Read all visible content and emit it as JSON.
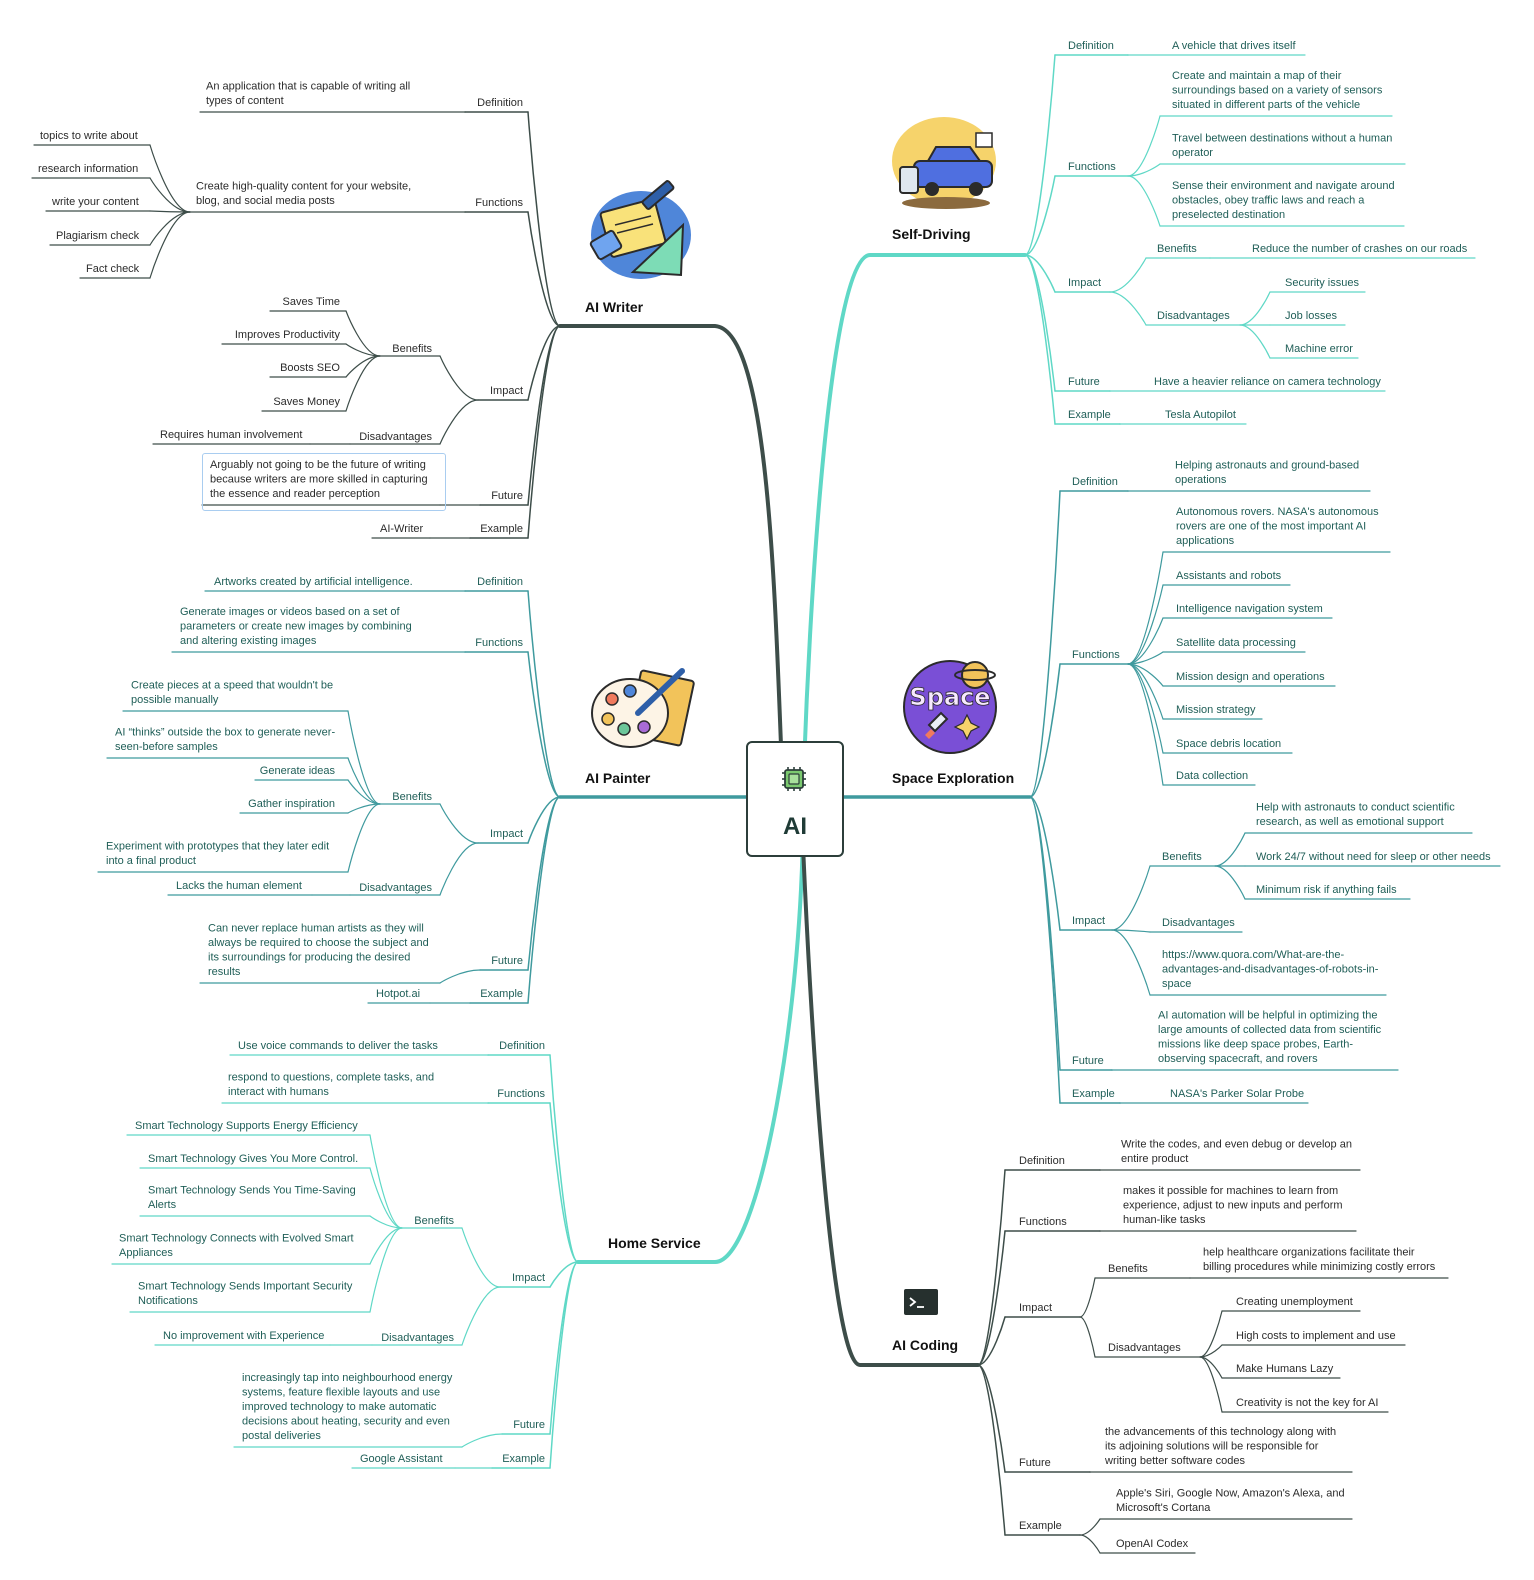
{
  "root": {
    "label": "AI",
    "icon": "cpu-chip-icon"
  },
  "colors": {
    "dark": "#3d4d49",
    "teal": "#5fd8c6",
    "mid": "#3f9a9e",
    "textDark": "#2b2b2b",
    "textTeal": "#1f5e57"
  },
  "branches": {
    "ai_writer": {
      "title": "AI Writer",
      "illustration": "writing-tools-icon",
      "definition_label": "Definition",
      "definition": [
        "An application that is capable of writing all",
        "types of content"
      ],
      "functions_label": "Functions",
      "functions": [
        "Create high-quality content for your website,",
        "blog, and social media posts"
      ],
      "function_items": [
        "topics to write about",
        "research information",
        "write your content",
        "Plagiarism check",
        "Fact check"
      ],
      "impact_label": "Impact",
      "benefits_label": "Benefits",
      "benefits": [
        "Saves Time",
        "Improves Productivity",
        "Boosts SEO",
        "Saves Money"
      ],
      "disadvantages_label": "Disadvantages",
      "disadvantages": "Requires human involvement",
      "future_label": "Future",
      "future": [
        "Arguably not going to be the future of writing",
        "because writers are more skilled in capturing",
        "the essence and reader perception"
      ],
      "example_label": "Example",
      "example": "AI-Writer"
    },
    "ai_painter": {
      "title": "AI Painter",
      "illustration": "paint-palette-icon",
      "definition_label": "Definition",
      "definition": "Artworks created by artificial intelligence.",
      "functions_label": "Functions",
      "functions": [
        "Generate images or videos based on a set of",
        "parameters or create new images by combining",
        "and altering existing images"
      ],
      "impact_label": "Impact",
      "benefits_label": "Benefits",
      "benefit_1": [
        "Create pieces at a speed that wouldn't be",
        "possible manually"
      ],
      "benefit_2": [
        "AI “thinks” outside the box to generate never-",
        "seen-before samples"
      ],
      "benefit_3": "Generate ideas",
      "benefit_4": "Gather inspiration",
      "benefit_5": [
        "Experiment with prototypes that they later edit",
        "into a final product"
      ],
      "disadvantages_label": "Disadvantages",
      "disadvantages": "Lacks the human element",
      "future_label": "Future",
      "future": [
        "Can never replace human artists as they will",
        "always be required to choose the subject and",
        "its surroundings for producing the desired",
        "results"
      ],
      "example_label": "Example",
      "example": "Hotpot.ai"
    },
    "home_service": {
      "title": "Home Service",
      "definition_label": "Definition",
      "definition": "Use voice commands to deliver the tasks",
      "functions_label": "Functions",
      "functions": [
        "respond to questions, complete tasks, and",
        "interact with humans"
      ],
      "impact_label": "Impact",
      "benefits_label": "Benefits",
      "benefit_1": "Smart Technology Supports Energy Efficiency",
      "benefit_2": "Smart Technology Gives You More Control.",
      "benefit_3": [
        "Smart Technology Sends You Time-Saving",
        "Alerts"
      ],
      "benefit_4": [
        "Smart Technology Connects with Evolved Smart",
        "Appliances"
      ],
      "benefit_5": [
        "Smart Technology Sends Important Security",
        "Notifications"
      ],
      "disadvantages_label": "Disadvantages",
      "disadvantages": "No improvement with Experience",
      "future_label": "Future",
      "future": [
        "increasingly tap into neighbourhood energy",
        "systems, feature flexible layouts and use",
        "improved technology to make automatic",
        "decisions about heating, security and even",
        "postal deliveries"
      ],
      "example_label": "Example",
      "example": "Google Assistant"
    },
    "self_driving": {
      "title": "Self-Driving",
      "illustration": "autonomous-car-icon",
      "definition_label": "Definition",
      "definition": "A vehicle that drives itself",
      "functions_label": "Functions",
      "function_1": [
        "Create and maintain a map of their",
        "surroundings based on a variety of sensors",
        "situated in different parts of the vehicle"
      ],
      "function_2": [
        "Travel between destinations without a human",
        "operator"
      ],
      "function_3": [
        "Sense their environment and navigate around",
        "obstacles, obey traffic laws and reach a",
        "preselected destination"
      ],
      "impact_label": "Impact",
      "benefits_label": "Benefits",
      "benefits": "Reduce the number of crashes on our roads",
      "disadvantages_label": "Disadvantages",
      "disadvantages": [
        "Security issues",
        "Job losses",
        "Machine error"
      ],
      "future_label": "Future",
      "future": "Have a heavier reliance on camera technology",
      "example_label": "Example",
      "example": "Tesla Autopilot"
    },
    "space_exploration": {
      "title": "Space Exploration",
      "illustration": "space-planet-rocket-icon",
      "illustration_text": "Space",
      "definition_label": "Definition",
      "definition": [
        "Helping astronauts and ground-based",
        "operations"
      ],
      "functions_label": "Functions",
      "function_1": [
        "Autonomous rovers. NASA's autonomous",
        "rovers are one of the most important AI",
        "applications"
      ],
      "function_items": [
        "Assistants and robots",
        "Intelligence navigation system",
        "Satellite data processing",
        "Mission design and operations",
        "Mission strategy",
        "Space debris location",
        "Data collection"
      ],
      "impact_label": "Impact",
      "benefits_label": "Benefits",
      "benefit_1": [
        "Help with astronauts to conduct scientific",
        "research, as well as emotional support"
      ],
      "benefit_2": "Work 24/7 without need for sleep or other needs",
      "benefit_3": "Minimum risk if anything fails",
      "disadvantages_label": "Disadvantages",
      "link": [
        "https://www.quora.com/What-are-the-",
        "advantages-and-disadvantages-of-robots-in-",
        "space"
      ],
      "future_label": "Future",
      "future": [
        "AI automation will be helpful in optimizing the",
        "large amounts of collected data from scientific",
        "missions like deep space probes, Earth-",
        "observing spacecraft, and rovers"
      ],
      "example_label": "Example",
      "example": "NASA's Parker Solar Probe"
    },
    "ai_coding": {
      "title": "AI Coding",
      "illustration": "terminal-icon",
      "definition_label": "Definition",
      "definition": [
        "Write the codes, and even debug or develop an",
        "entire product"
      ],
      "functions_label": "Functions",
      "functions": [
        "makes it possible for machines to learn from",
        "experience, adjust to new inputs and perform",
        "human-like tasks"
      ],
      "impact_label": "Impact",
      "benefits_label": "Benefits",
      "benefits": [
        "help healthcare organizations facilitate their",
        "billing procedures while minimizing costly errors"
      ],
      "disadvantages_label": "Disadvantages",
      "disadvantages": [
        "Creating unemployment",
        "High costs to implement and use",
        "Make Humans Lazy",
        "Creativity is not the key for AI"
      ],
      "future_label": "Future",
      "future": [
        "the advancements of this technology along with",
        "its adjoining solutions will be responsible for",
        "writing better software codes"
      ],
      "example_label": "Example",
      "examples": [
        [
          "Apple's Siri, Google Now, Amazon's Alexa, and",
          "Microsoft's Cortana"
        ],
        [
          "OpenAI Codex"
        ]
      ]
    }
  }
}
